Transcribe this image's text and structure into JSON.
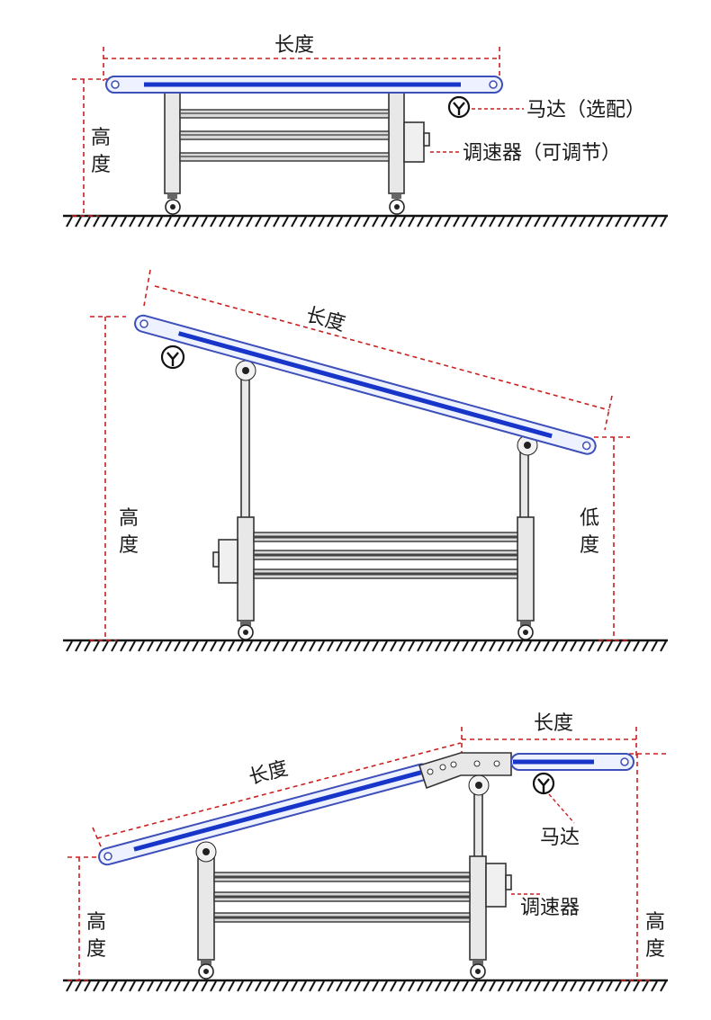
{
  "diagram_1": {
    "length_label": "长度",
    "height_label_top": "高",
    "height_label_bottom": "度",
    "motor_label": "马达（选配）",
    "controller_label": "调速器（可调节）"
  },
  "diagram_2": {
    "length_label": "长度",
    "high_label_top": "高",
    "high_label_bottom": "度",
    "low_label_top": "低",
    "low_label_bottom": "度"
  },
  "diagram_3": {
    "length_label_incline": "长度",
    "length_label_flat": "长度",
    "motor_label": "马达",
    "controller_label": "调速器",
    "height_left_top": "高",
    "height_left_bottom": "度",
    "height_right_top": "高",
    "height_right_bottom": "度"
  },
  "colors": {
    "dimension_line": "#cc1f1f",
    "belt": "#1735c9",
    "frame": "#e8e8e8"
  }
}
